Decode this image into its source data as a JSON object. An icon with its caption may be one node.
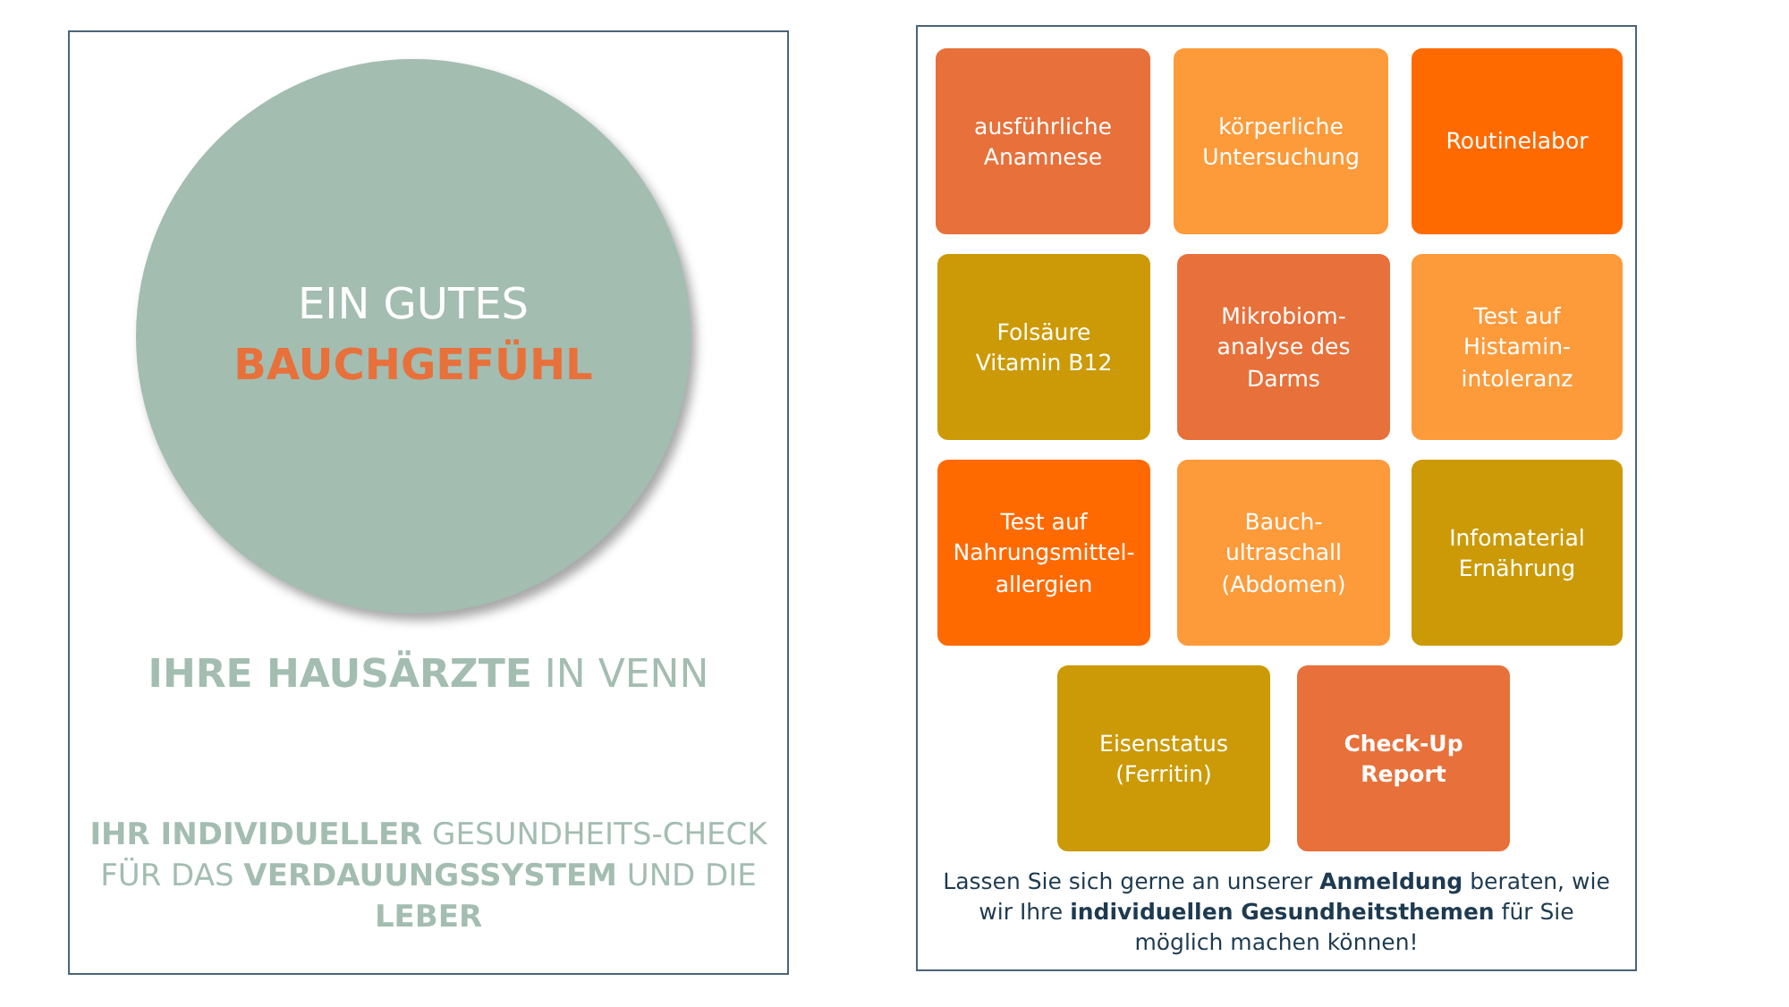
{
  "diagram": {
    "nodes": [
      {
        "text": [
          "**IHRE HAUSÄRZTE** IN VENN",
          "**IHR INDIVIDUELLER** GESUNDHEITS-CHECK FÜR DAS **VERDAUUNGSSYSTEM** UND DIE **LEBER**"
        ]
      },
      {
        "text": [
          "EIN GUTES",
          "BAUCHGEFÜHL"
        ],
        "in": 0
      },
      {
        "text": [
          "Lassen Sie sich gerne an unserer **Anmeldung** beraten, wie wir Ihre **individuellen Gesundheitsthemen** für Sie möglich machen können!"
        ]
      },
      {
        "text": [
          "ausführliche Anamnese"
        ],
        "in": 2
      },
      {
        "text": [
          "körperliche Untersuchung"
        ],
        "in": 2
      },
      {
        "text": [
          "Routinelabor"
        ],
        "in": 2
      },
      {
        "text": [
          "Folsäure Vitamin B12"
        ],
        "in": 2
      },
      {
        "text": [
          "Mikrobiom-analyse des Darms"
        ],
        "in": 2
      },
      {
        "text": [
          "Test auf Histamin-intoleranz"
        ],
        "in": 2
      },
      {
        "text": [
          "Test auf Nahrungsmittel-allergien"
        ],
        "in": 2
      },
      {
        "text": [
          "Bauch-ultraschall (Abdomen)"
        ],
        "in": 2
      },
      {
        "text": [
          "Infomaterial Ernährung"
        ],
        "in": 2
      },
      {
        "text": [
          "Eisenstatus (Ferritin)"
        ],
        "in": 2
      },
      {
        "text": [
          "Check-Up Report"
        ],
        "in": 2
      }
    ]
  }
}
